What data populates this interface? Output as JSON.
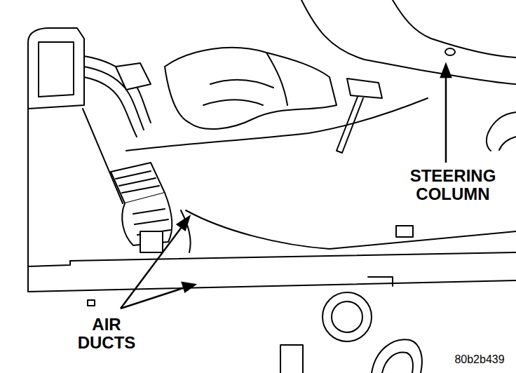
{
  "diagram": {
    "labels": [
      "STEERING COLUMN",
      "AIR DUCTS",
      "80b2b439"
    ]
  }
}
